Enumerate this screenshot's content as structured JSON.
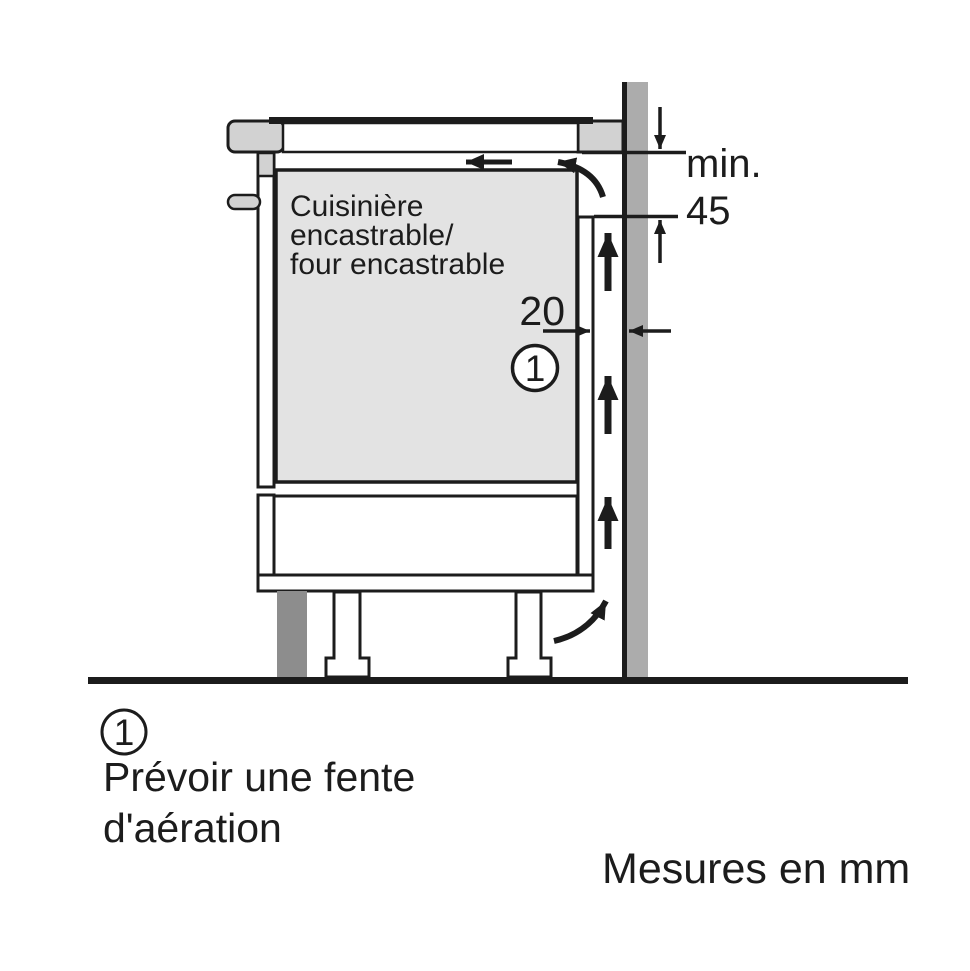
{
  "diagram": {
    "appliance_label": {
      "line1": "Cuisinière",
      "line2": "encastrable/",
      "line3": "four encastrable"
    },
    "dimensions": {
      "top_clearance_label": "min.",
      "top_clearance_value": "45",
      "rear_gap_value": "20"
    },
    "vent_marker": "1"
  },
  "legend": {
    "marker": "1",
    "note_line1": "Prévoir une fente",
    "note_line2": "d'aération"
  },
  "footer": {
    "units_label": "Mesures en mm"
  },
  "colors": {
    "line": "#1c1c1c",
    "oven_fill": "#e3e3e3",
    "worktop_fill": "#d2d2d2",
    "wall_fill": "#acacac",
    "plinth_fill": "#8d8d8d",
    "background": "#ffffff"
  }
}
